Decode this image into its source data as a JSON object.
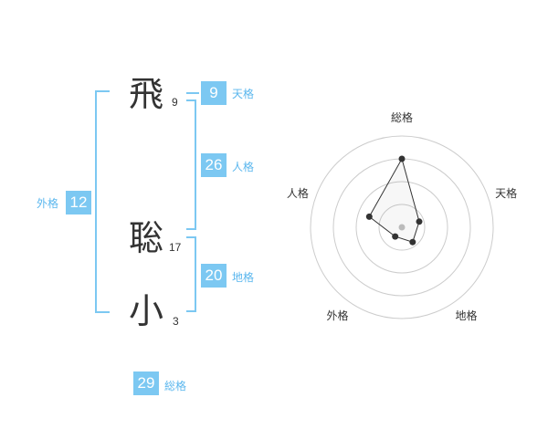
{
  "name": {
    "chars": [
      {
        "char": "飛",
        "strokes": "9"
      },
      {
        "char": "聡",
        "strokes": "17"
      },
      {
        "char": "小",
        "strokes": "3"
      }
    ]
  },
  "fortunes": {
    "tenkaku": {
      "label": "天格",
      "value": "9"
    },
    "jinkaku": {
      "label": "人格",
      "value": "26"
    },
    "chikaku": {
      "label": "地格",
      "value": "20"
    },
    "gaikaku": {
      "label": "外格",
      "value": "12"
    },
    "soukaku": {
      "label": "総格",
      "value": "29"
    }
  },
  "colors": {
    "accent": "#7cc8f2",
    "accent_text": "#5bb7ee",
    "text": "#333333",
    "grid": "#cccccc"
  },
  "chart_data": {
    "type": "radar",
    "axes": [
      "総格",
      "天格",
      "地格",
      "外格",
      "人格"
    ],
    "levels": 4,
    "range": [
      0,
      4
    ],
    "values": [
      3.0,
      0.8,
      0.8,
      0.5,
      1.5
    ]
  }
}
